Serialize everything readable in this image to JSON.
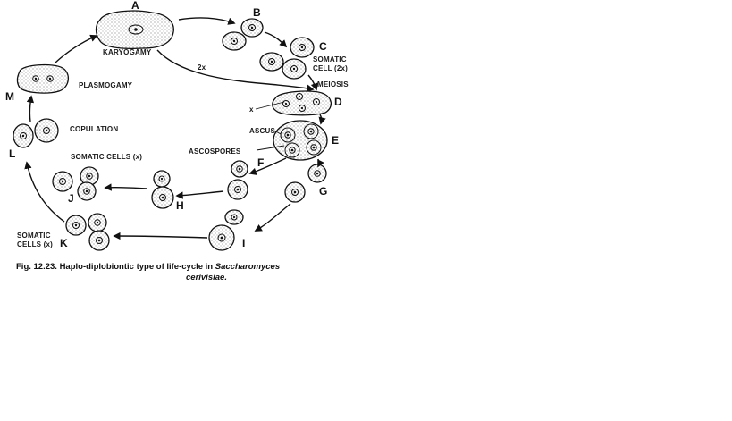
{
  "labels": {
    "A": "A",
    "B": "B",
    "C": "C",
    "D": "D",
    "E": "E",
    "F": "F",
    "G": "G",
    "H": "H",
    "I": "I",
    "J": "J",
    "K": "K",
    "L": "L",
    "M": "M",
    "karyogamy": "KARYOGAMY",
    "plasmogamy": "PLASMOGAMY",
    "copulation": "COPULATION",
    "somatic_cells_x_1": "SOMATIC CELLS (x)",
    "somatic_cells_x_2a": "SOMATIC",
    "somatic_cells_x_2b": "CELLS (x)",
    "somatic_cell_2x_a": "SOMATIC",
    "somatic_cell_2x_b": "CELL (2x)",
    "meiosis": "MEIOSIS",
    "ascus": "ASCUS",
    "ascospores": "ASCOSPORES",
    "x": "x",
    "two_x": "2x"
  },
  "caption": {
    "line1": "Fig. 12.23. Haplo-diplobiontic type of life-cycle in ",
    "line1_italic": "Saccharomyces",
    "line2_italic": "cerivisiae."
  }
}
